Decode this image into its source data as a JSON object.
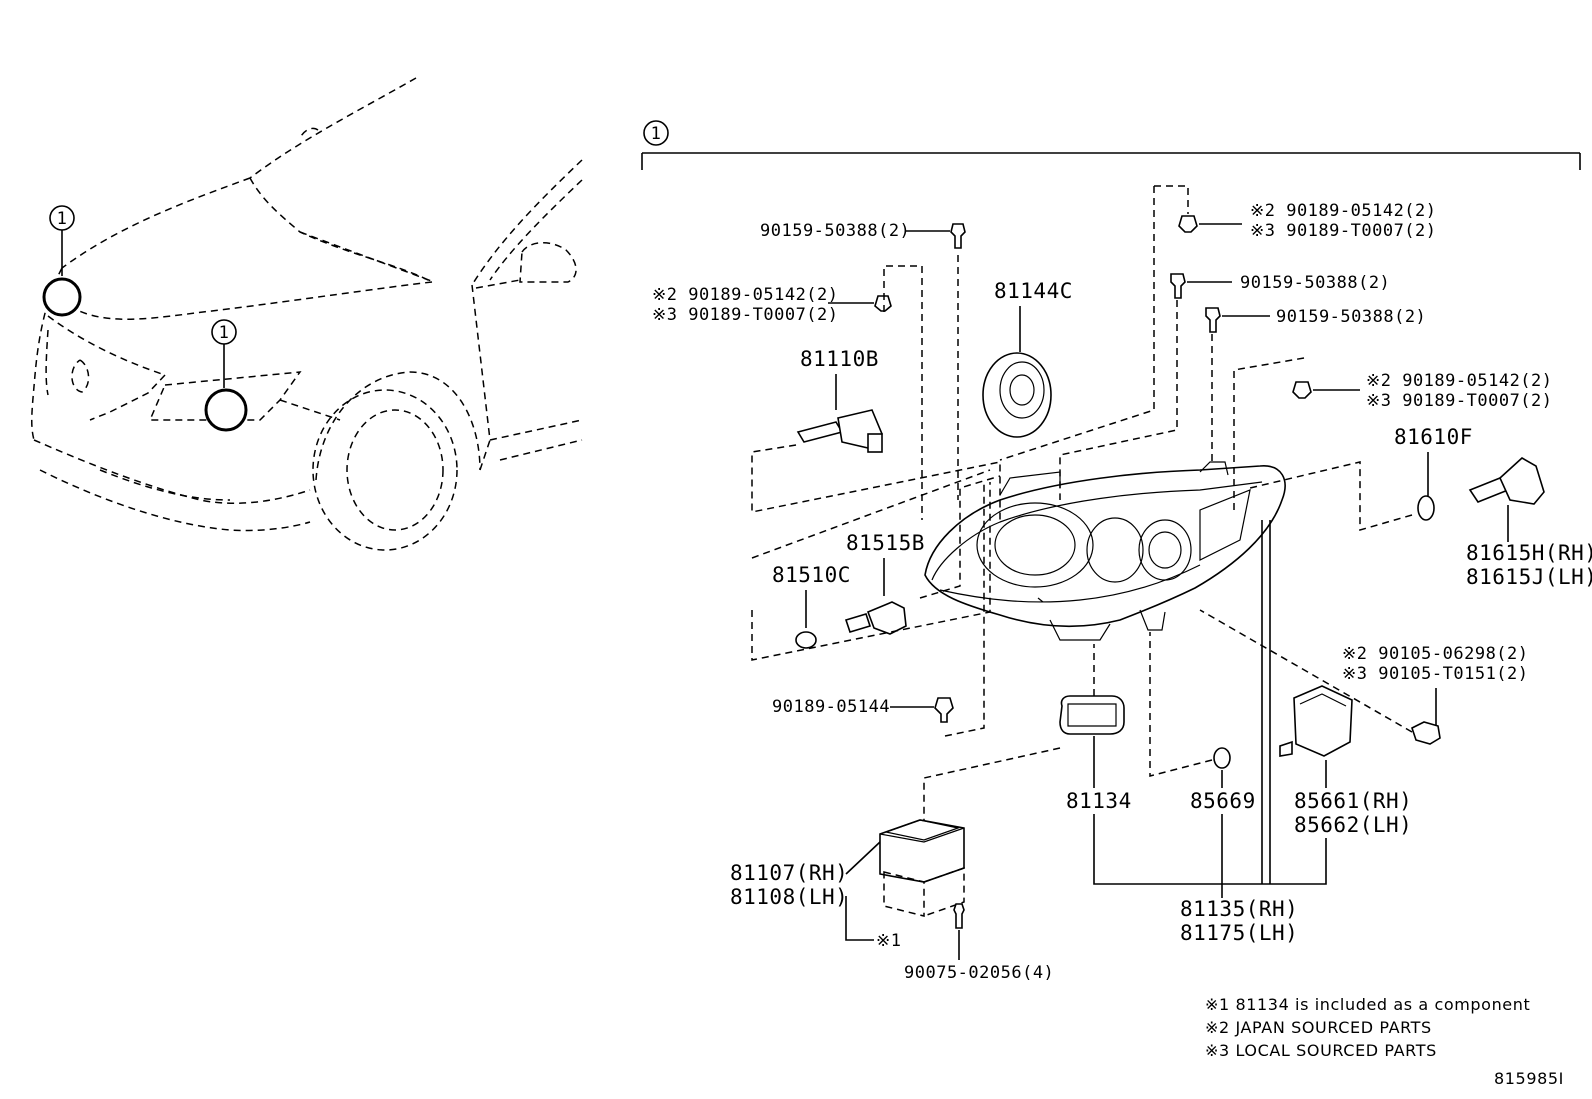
{
  "callout_number": "1",
  "labels": {
    "p90159_50388_a": "90159-50388(2)",
    "p90159_50388_b": "90159-50388(2)",
    "p90159_50388_c": "90159-50388(2)",
    "left_clip_2": "※2 90189-05142(2)",
    "left_clip_3": "※3 90189-T0007(2)",
    "top_clip_2": "※2 90189-05142(2)",
    "top_clip_3": "※3 90189-T0007(2)",
    "right_clip_2": "※2 90189-05142(2)",
    "right_clip_3": "※3 90189-T0007(2)",
    "p81144c": "81144C",
    "p81110b": "81110B",
    "p81610f": "81610F",
    "p81615h": "81615H(RH)",
    "p81615j": "81615J(LH)",
    "p81515b": "81515B",
    "p81510c": "81510C",
    "p90189_05144": "90189-05144",
    "screw_2": "※2  90105-06298(2)",
    "screw_3": "※3  90105-T0151(2)",
    "p81134": "81134",
    "p85669": "85669",
    "p85661": "85661(RH)",
    "p85662": "85662(LH)",
    "p81107": "81107(RH)",
    "p81108": "81108(LH)",
    "note_ref_1": "※1",
    "p90075": "90075-02056(4)",
    "p81135": "81135(RH)",
    "p81175": "81175(LH)"
  },
  "notes": [
    "※1 81134 is included as a component",
    "※2 JAPAN SOURCED PARTS",
    "※3 LOCAL SOURCED PARTS"
  ],
  "diagram_id": "815985I"
}
